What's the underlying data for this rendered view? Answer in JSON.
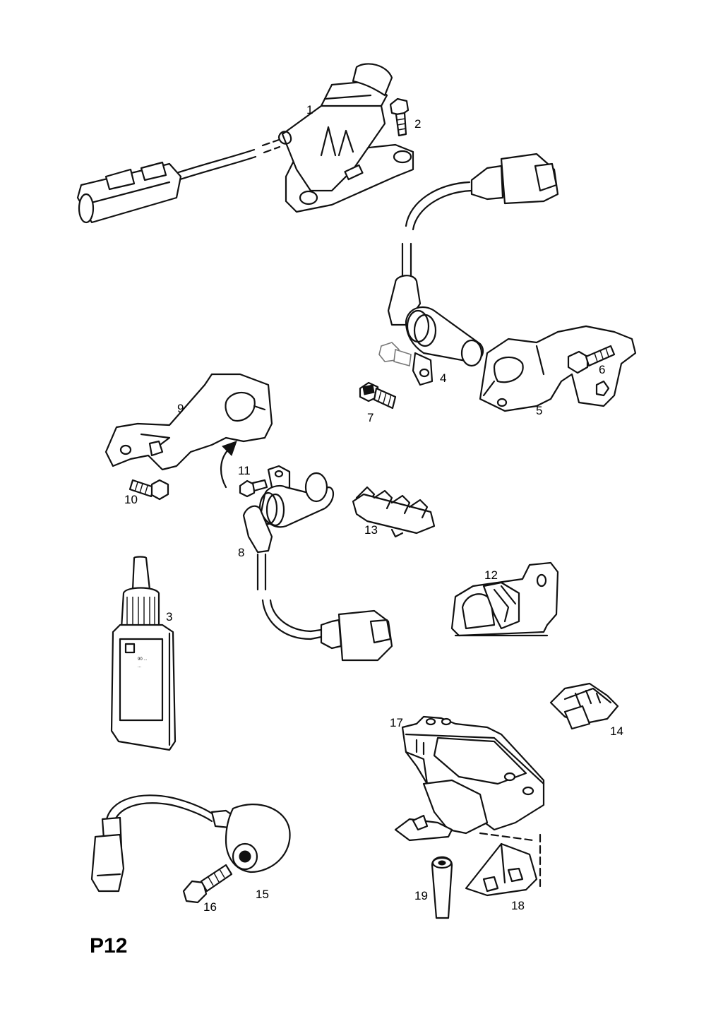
{
  "page_code": "P12",
  "bottle_label_lines": [
    "90 ...",
    "..."
  ],
  "parts": [
    {
      "id": "p1",
      "number": "1"
    },
    {
      "id": "p2",
      "number": "2"
    },
    {
      "id": "p3",
      "number": "3"
    },
    {
      "id": "p4",
      "number": "4"
    },
    {
      "id": "p5",
      "number": "5"
    },
    {
      "id": "p6",
      "number": "6"
    },
    {
      "id": "p7",
      "number": "7"
    },
    {
      "id": "p8",
      "number": "8"
    },
    {
      "id": "p9",
      "number": "9"
    },
    {
      "id": "p10",
      "number": "10"
    },
    {
      "id": "p11",
      "number": "11"
    },
    {
      "id": "p12",
      "number": "12"
    },
    {
      "id": "p13",
      "number": "13"
    },
    {
      "id": "p14",
      "number": "14"
    },
    {
      "id": "p15",
      "number": "15"
    },
    {
      "id": "p16",
      "number": "16"
    },
    {
      "id": "p17",
      "number": "17"
    },
    {
      "id": "p18",
      "number": "18"
    },
    {
      "id": "p19",
      "number": "19"
    }
  ]
}
